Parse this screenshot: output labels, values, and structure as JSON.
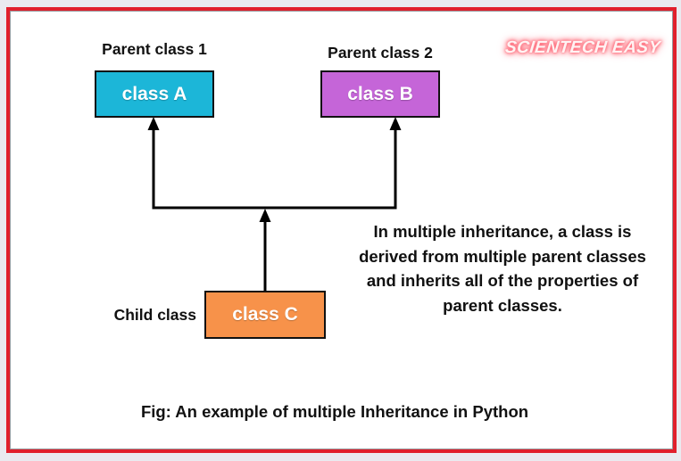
{
  "colors": {
    "page_background": "#eaeaef",
    "frame_border": "#e1202c",
    "canvas_background": "#ffffff",
    "class_a_fill": "#1cb6d8",
    "class_b_fill": "#c565d8",
    "class_c_fill": "#f7924a",
    "arrow": "#000000",
    "text": "#111111",
    "watermark_glow": "#ff4d5e"
  },
  "watermark": {
    "text": "SCIENTECH EASY"
  },
  "labels": {
    "parent1": "Parent class 1",
    "parent2": "Parent class 2",
    "child": "Child class"
  },
  "boxes": {
    "class_a": "class A",
    "class_b": "class B",
    "class_c": "class C"
  },
  "description_lines": [
    "In multiple inheritance, a class is",
    "derived from multiple parent classes",
    "and inherits all of the properties of",
    "parent classes."
  ],
  "caption": "Fig: An example of multiple Inheritance in Python"
}
